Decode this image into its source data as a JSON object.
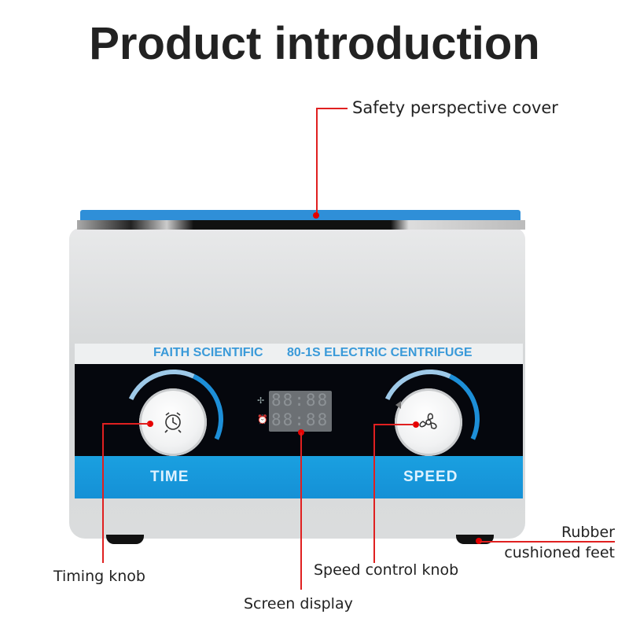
{
  "title": "Product introduction",
  "device": {
    "brand": "FAITH SCIENTIFIC",
    "model": "80-1S ELECTRIC CENTRIFUGE",
    "left_band_label": "TIME",
    "right_band_label": "SPEED",
    "display": {
      "row1": "88:88",
      "row2": "88:88",
      "row1_icon": "fan-icon",
      "row2_icon": "alarm-clock-icon"
    },
    "timing_knob_icon": "alarm-clock-icon",
    "speed_knob_icon": "fan-icon"
  },
  "callouts": {
    "cover": "Safety perspective cover",
    "feet_line1": "Rubber",
    "feet_line2": "cushioned feet",
    "timing_knob": "Timing knob",
    "speed_knob": "Speed control knob",
    "screen": "Screen display"
  },
  "colors": {
    "accent_blue": "#1a9be0",
    "callout_red": "#e60000",
    "title": "#222222"
  }
}
